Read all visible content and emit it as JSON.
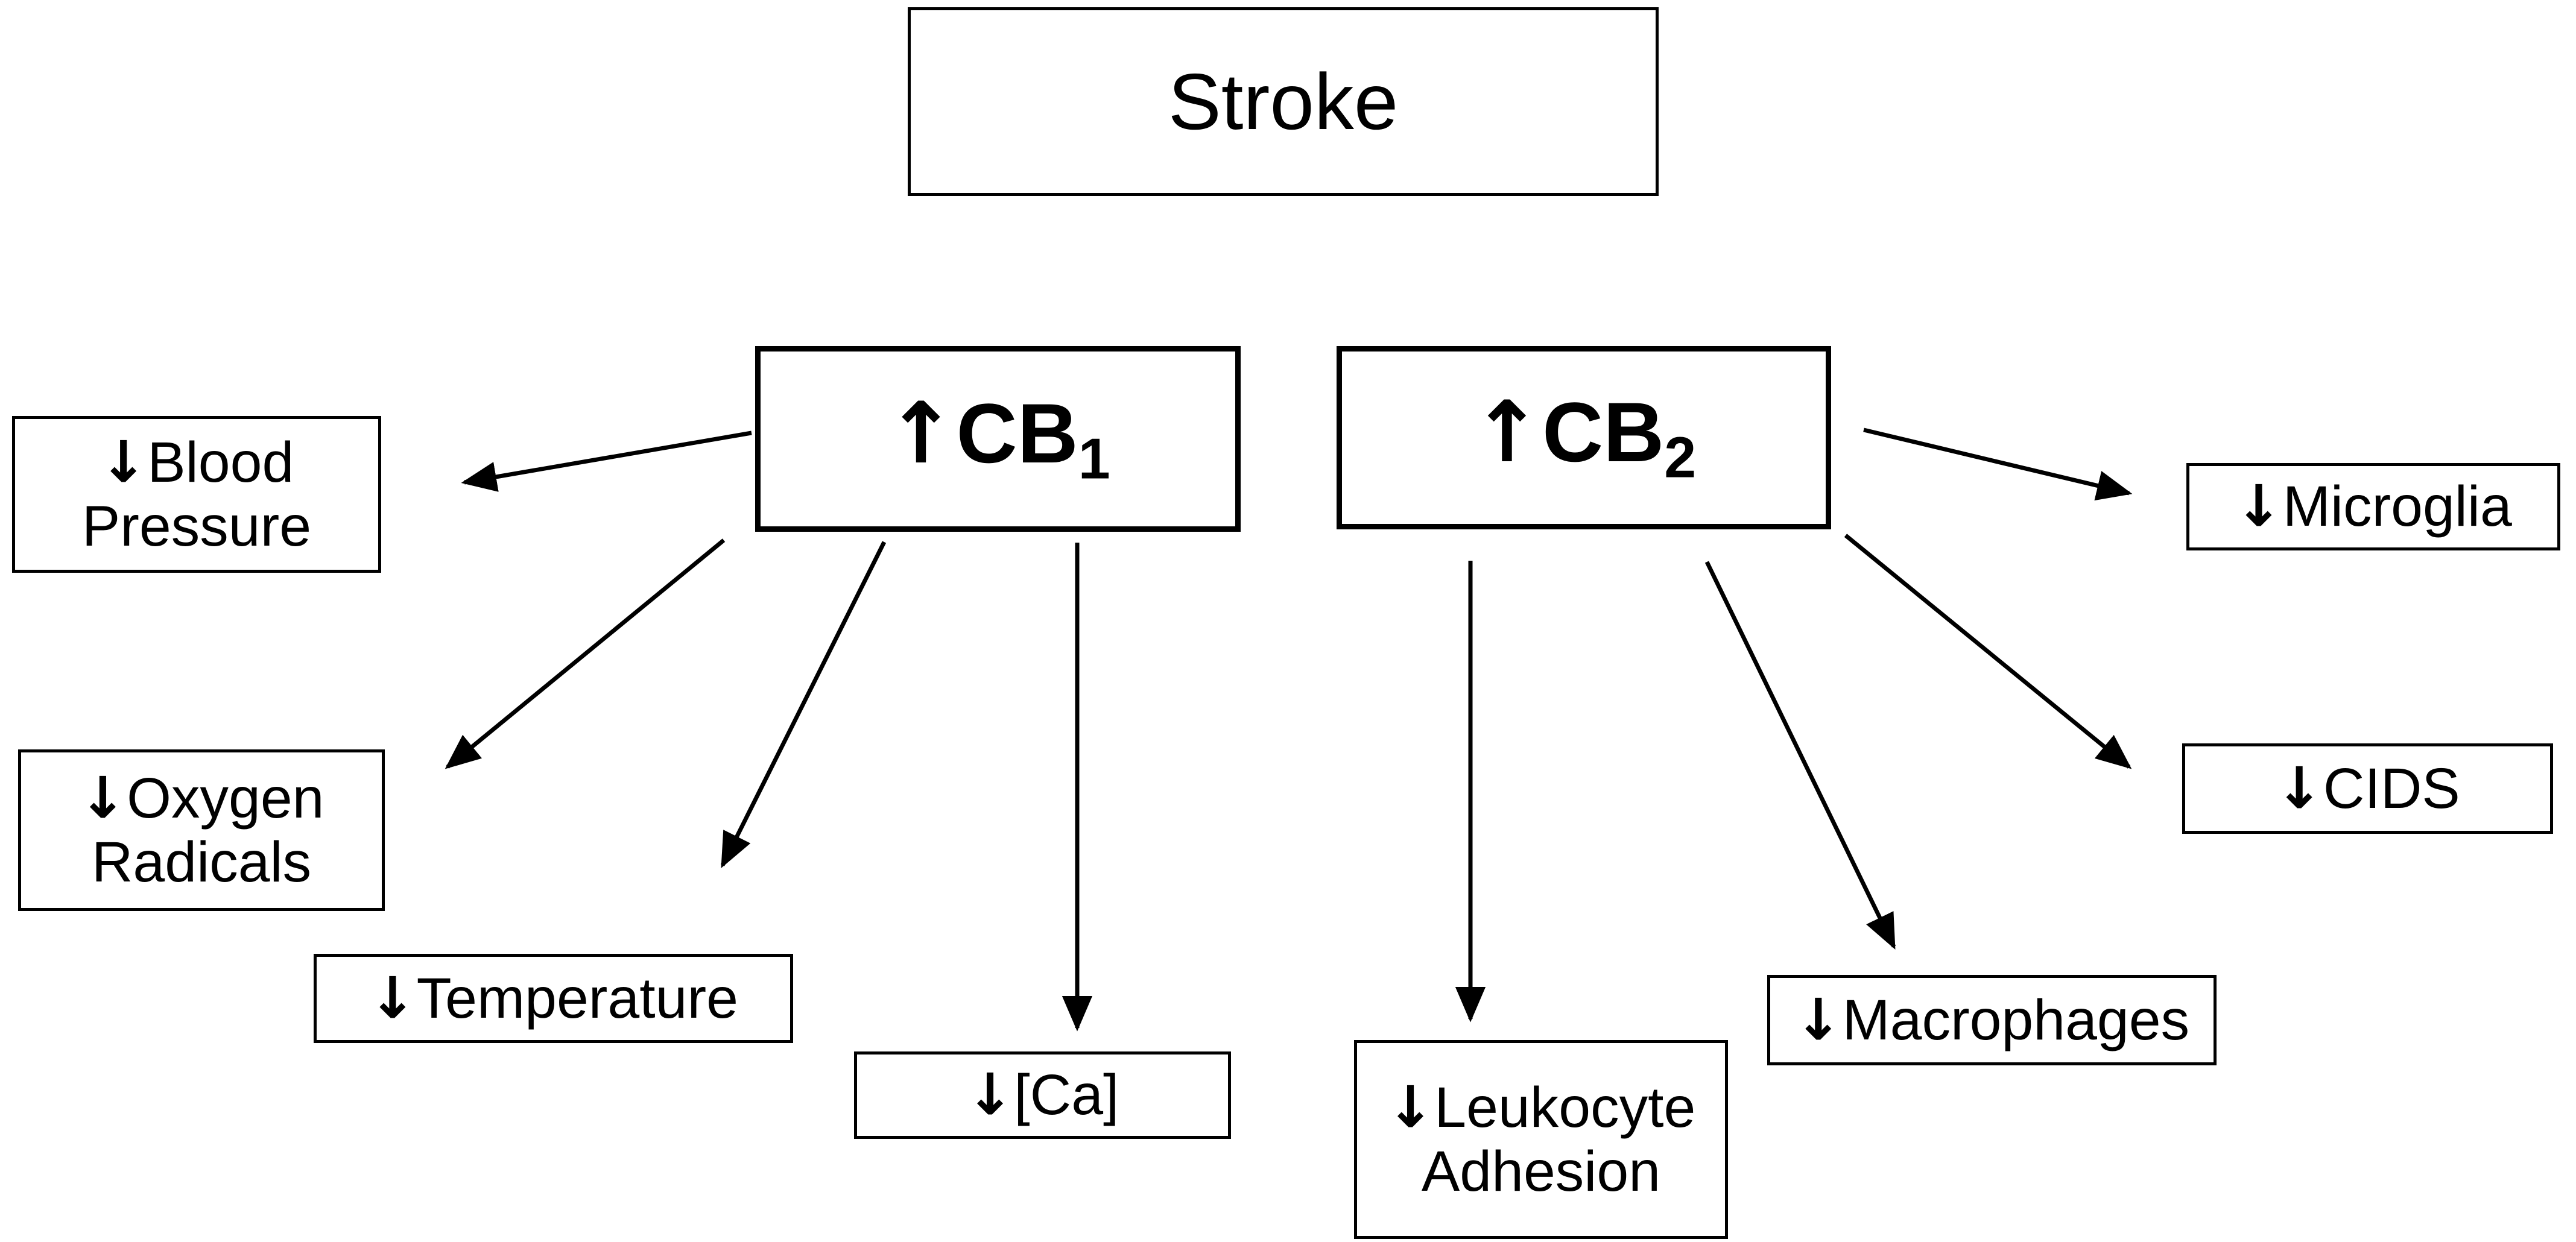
{
  "diagram": {
    "title": "Stroke cannabinoid receptor effects flowchart",
    "stroke_color": "#000000",
    "background_color": "#ffffff",
    "nodes": {
      "stroke": {
        "label": "Stroke"
      },
      "cb1": {
        "arrow": "↑",
        "label": "CB",
        "subscript": "1",
        "full": "↑ CB1"
      },
      "cb2": {
        "arrow": "↑",
        "label": "CB",
        "subscript": "2",
        "full": "↑ CB2"
      },
      "blood": {
        "arrow": "↓",
        "label": "Blood\nPressure",
        "full": "↓ Blood Pressure"
      },
      "oxygen": {
        "arrow": "↓",
        "label": "Oxygen\nRadicals",
        "full": "↓ Oxygen Radicals"
      },
      "temperature": {
        "arrow": "↓",
        "label": "Temperature",
        "full": "↓Temperature"
      },
      "calcium": {
        "arrow": "↓",
        "label": "[Ca]",
        "full": "↓ [Ca]"
      },
      "leukocyte": {
        "arrow": "↓",
        "label": "Leukocyte\nAdhesion",
        "full": "↓ Leukocyte Adhesion"
      },
      "macrophages": {
        "arrow": "↓",
        "label": "Macrophages",
        "full": "↓Macrophages"
      },
      "microglia": {
        "arrow": "↓",
        "label": "Microglia",
        "full": "↓Microglia"
      },
      "cids": {
        "arrow": "↓",
        "label": "CIDS",
        "full": "↓ CIDS"
      }
    },
    "edges": [
      {
        "from": "cb1",
        "to": "blood",
        "name": "edge-cb1-blood"
      },
      {
        "from": "cb1",
        "to": "oxygen",
        "name": "edge-cb1-oxygen"
      },
      {
        "from": "cb1",
        "to": "temperature",
        "name": "edge-cb1-temperature"
      },
      {
        "from": "cb1",
        "to": "calcium",
        "name": "edge-cb1-calcium"
      },
      {
        "from": "cb2",
        "to": "leukocyte",
        "name": "edge-cb2-leukocyte"
      },
      {
        "from": "cb2",
        "to": "macrophages",
        "name": "edge-cb2-macrophages"
      },
      {
        "from": "cb2",
        "to": "microglia",
        "name": "edge-cb2-microglia"
      },
      {
        "from": "cb2",
        "to": "cids",
        "name": "edge-cb2-cids"
      }
    ]
  }
}
